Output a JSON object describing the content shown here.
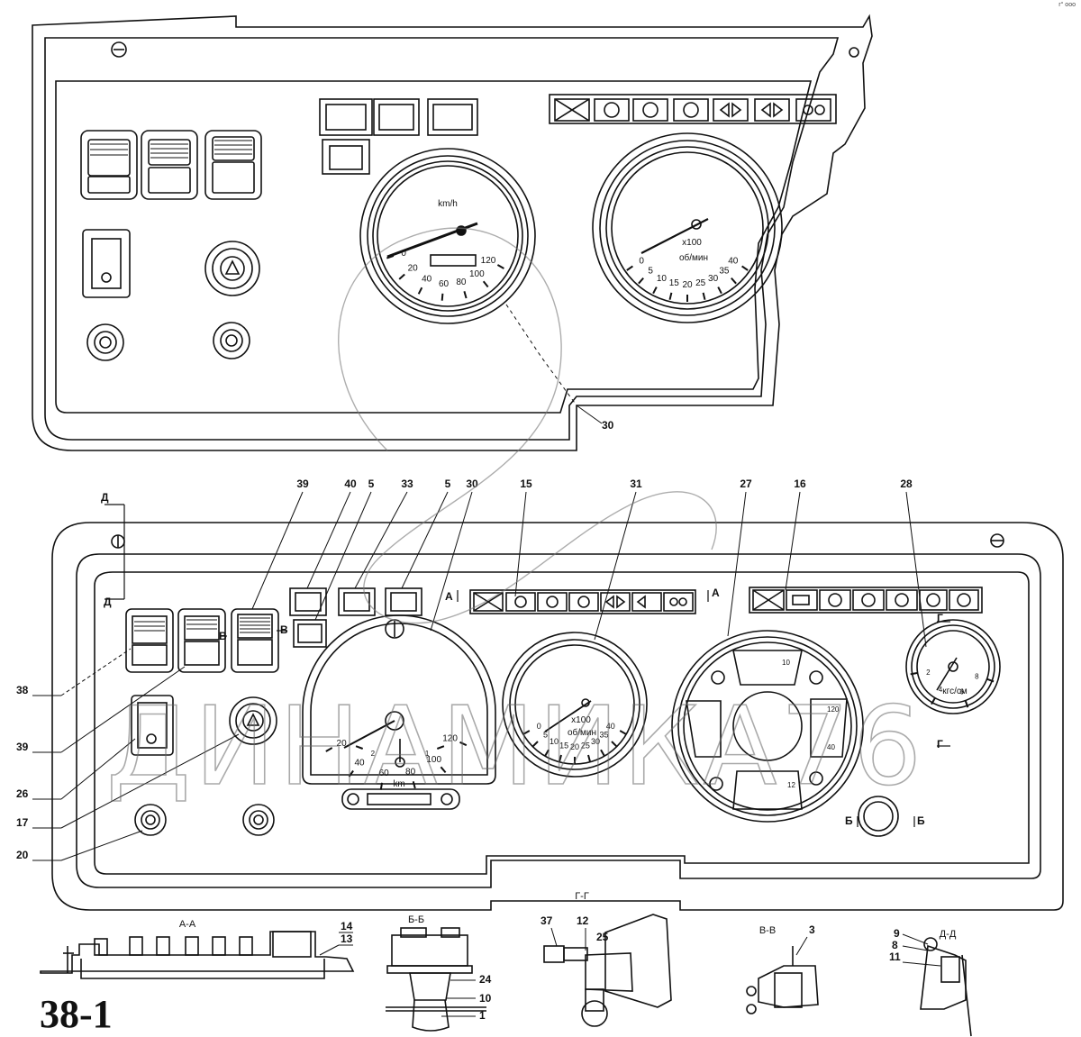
{
  "figure_number": "38-1",
  "corner_note": "r° ooo",
  "watermark": "ДИНАМИКА76",
  "top_panel": {
    "callout": "30",
    "speedometer": {
      "ticks": [
        "0",
        "20",
        "40",
        "60",
        "80",
        "100",
        "120"
      ],
      "unit": "km/h"
    },
    "tachometer": {
      "ticks": [
        "0",
        "5",
        "10",
        "15",
        "20",
        "25",
        "30",
        "35",
        "40"
      ],
      "multiplier": "x100",
      "unit": "об/мин"
    }
  },
  "bottom_panel": {
    "callouts_top": [
      "39",
      "40",
      "5",
      "33",
      "5",
      "30",
      "15",
      "31",
      "27",
      "16",
      "28"
    ],
    "callouts_left": [
      "38",
      "39",
      "26",
      "17",
      "20"
    ],
    "section_marks": {
      "a": "А",
      "b": "Б",
      "v": "В",
      "g": "Г",
      "d": "Д"
    },
    "speedometer": {
      "ticks": [
        "20",
        "40",
        "60",
        "80",
        "100",
        "120"
      ],
      "odometer_label": "km",
      "sub_ticks": [
        "2",
        "1"
      ]
    },
    "tachometer": {
      "ticks": [
        "0",
        "5",
        "10",
        "15",
        "20",
        "25",
        "30",
        "35",
        "40"
      ],
      "multiplier": "x100",
      "unit": "об/мин"
    },
    "combo_gauge": {
      "ticks": [
        "10",
        "120",
        "40",
        "12"
      ]
    },
    "pressure_gauge": {
      "ticks": [
        "2",
        "4",
        "6",
        "8"
      ],
      "unit": "кгс/см"
    }
  },
  "sections": {
    "aa": {
      "title": "А-А",
      "callouts": [
        "14",
        "13"
      ]
    },
    "bb": {
      "title": "Б-Б",
      "callouts": [
        "24",
        "10",
        "1"
      ]
    },
    "gg": {
      "title": "Г-Г",
      "callouts": [
        "37",
        "12",
        "25"
      ]
    },
    "vv": {
      "title": "В-В",
      "callouts": [
        "3"
      ]
    },
    "dd": {
      "title": "Д-Д",
      "callouts": [
        "9",
        "8",
        "11"
      ]
    }
  }
}
